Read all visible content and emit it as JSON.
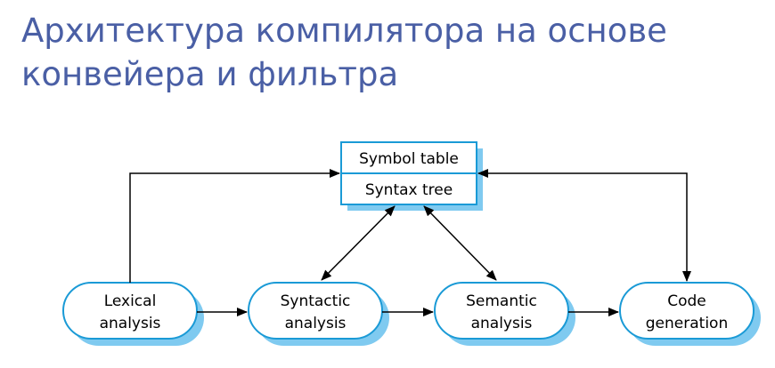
{
  "title": {
    "line1": "Архитектура компилятора на основе",
    "line2": "конвейера и фильтра"
  },
  "repository": {
    "rows": [
      "Symbol table",
      "Syntax tree"
    ]
  },
  "stages": [
    {
      "line1": "Lexical",
      "line2": "analysis"
    },
    {
      "line1": "Syntactic",
      "line2": "analysis"
    },
    {
      "line1": "Semantic",
      "line2": "analysis"
    },
    {
      "line1": "Code",
      "line2": "generation"
    }
  ],
  "colors": {
    "title": "#4a5fa5",
    "stage_border": "#1a9ad6",
    "stage_shadow": "#7fcaf0",
    "arrow": "#000000"
  }
}
